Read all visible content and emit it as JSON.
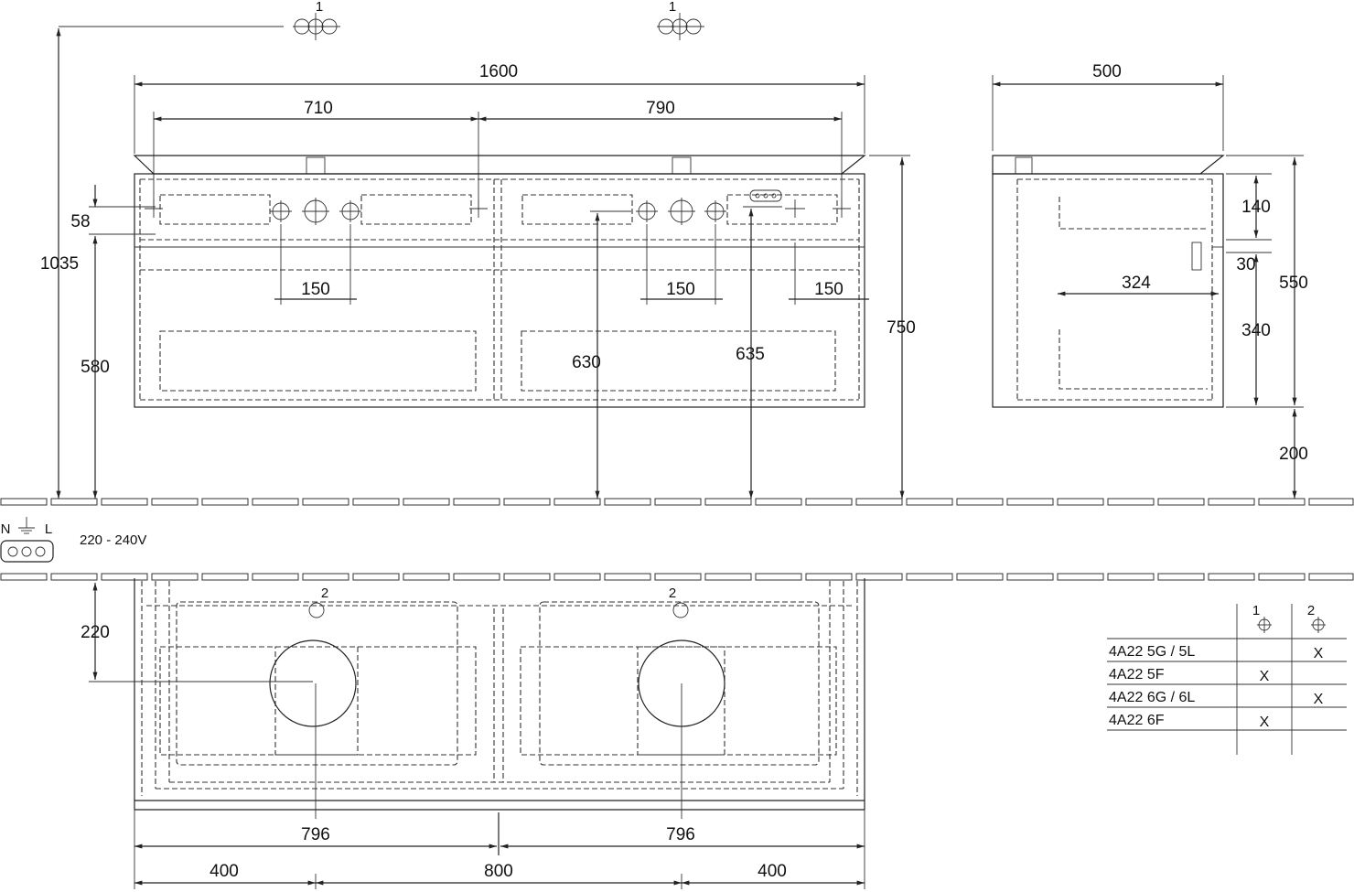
{
  "markers": {
    "callout_1_left": "1",
    "callout_1_mid": "1",
    "callout_2_left": "2",
    "callout_2_right": "2"
  },
  "front_view": {
    "overall_width": "1600",
    "left_span": "710",
    "right_span": "790",
    "panel_height": "58",
    "tap_spacing_left": "150",
    "tap_spacing_mid": "150",
    "tap_spacing_right": "150",
    "height_to_panel": "580",
    "drain_height": "630",
    "outlet_height": "635",
    "cabinet_height": "750",
    "total_height": "1035"
  },
  "side_view": {
    "depth": "500",
    "drawer_top": "140",
    "gap": "30",
    "drawer_bottom": "340",
    "inner_depth": "324",
    "total": "550",
    "floor_clearance": "200"
  },
  "electrical": {
    "n_label": "N",
    "l_label": "L",
    "voltage": "220 - 240V"
  },
  "plan_view": {
    "depth_to_drain": "220",
    "bowl_left": "796",
    "bowl_right": "796",
    "edge_left": "400",
    "center": "800",
    "edge_right": "400"
  },
  "table": {
    "headers": [
      "1",
      "2"
    ],
    "rows": [
      {
        "model": "4A22 5G / 5L",
        "c1": "",
        "c2": "X"
      },
      {
        "model": "4A22 5F",
        "c1": "X",
        "c2": ""
      },
      {
        "model": "4A22 6G / 6L",
        "c1": "",
        "c2": "X"
      },
      {
        "model": "4A22 6F",
        "c1": "X",
        "c2": ""
      }
    ]
  }
}
